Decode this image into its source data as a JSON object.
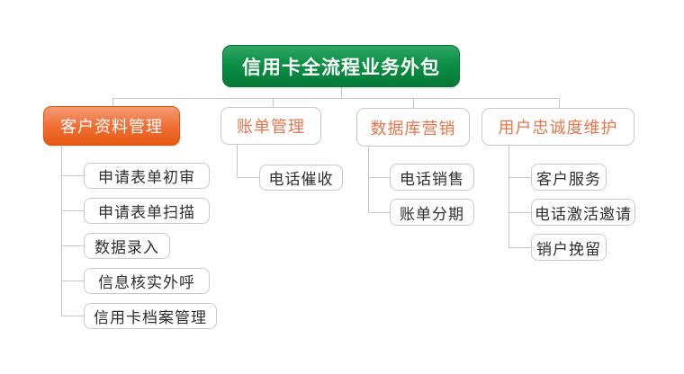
{
  "colors": {
    "line": "#c6c6c6",
    "box_border": "#c9c9c9",
    "root_top": "#2fa763",
    "root_mid": "#0b8f45",
    "root_bottom": "#067a38",
    "root_border": "#057236",
    "filled_top": "#f59a76",
    "filled_mid": "#ef6c30",
    "filled_bottom": "#e65a13",
    "filled_border": "#d9540f",
    "branch_text": "#e7744a",
    "leaf_text": "#2f2f2f"
  },
  "root": {
    "label": "信用卡全流程业务外包"
  },
  "branches": [
    {
      "label": "客户资料管理",
      "emphasis": "filled",
      "children": [
        "申请表单初审",
        "申请表单扫描",
        "数据录入",
        "信息核实外呼",
        "信用卡档案管理"
      ]
    },
    {
      "label": "账单管理",
      "emphasis": "outline",
      "children": [
        "电话催收"
      ]
    },
    {
      "label": "数据库营销",
      "emphasis": "outline",
      "children": [
        "电话销售",
        "账单分期"
      ]
    },
    {
      "label": "用户忠诚度维护",
      "emphasis": "outline",
      "children": [
        "客户服务",
        "电话激活邀请",
        "销户挽留"
      ]
    }
  ]
}
